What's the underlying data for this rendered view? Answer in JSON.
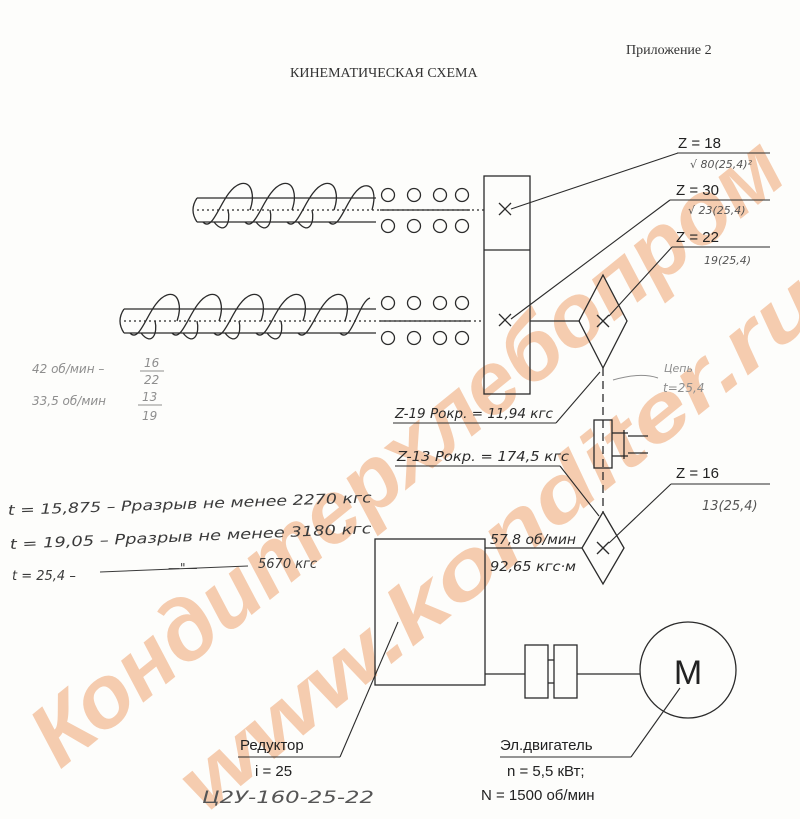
{
  "appendix": "Приложение 2",
  "title": "КИНЕМАТИЧЕСКАЯ СХЕМА",
  "sprockets": {
    "z18": "Z = 18",
    "z18_note": "√ 80(25,4)²",
    "z30": "Z = 30",
    "z30_note": "√ 23(25,4)",
    "z22": "Z = 22",
    "z22_note": "19(25,4)",
    "z16": "Z = 16",
    "z16_note": "13(25,4)"
  },
  "chain_note": {
    "line1": "Цепь",
    "line2": "t=25,4"
  },
  "speed_ratios": {
    "r1_label": "42 об/мин –",
    "r1_num": "16",
    "r1_den": "22",
    "r2_label": "33,5 об/мин",
    "r2_num": "13",
    "r2_den": "19"
  },
  "forces": {
    "z19": "Z-19 Pокр. = 11,94 кгс",
    "z13": "Z-13 Pокр. = 174,5 кгс"
  },
  "chain_breaking": {
    "line1": "t = 15,875 – Pразрыв не менее 2270 кгс",
    "line2": "t = 19,05 – Pразрыв не менее 3180 кгс",
    "line3_a": "t = 25,4 –",
    "line3_ditto": "—\"—",
    "line3_b": "5670 кгс"
  },
  "output_shaft": {
    "speed": "57,8 об/мин",
    "torque": "92,65 кгс·м"
  },
  "gearbox": {
    "name": "Редуктор",
    "ratio": "i = 25",
    "model": "Ц2У-160-25-22"
  },
  "motor": {
    "symbol": "M",
    "name": "Эл.двигатель",
    "power": "n = 5,5 кВт;",
    "speed": "N = 1500 об/мин"
  },
  "watermark": {
    "line1": "Кондитерхлебопром",
    "line2": "www.konditer.ru"
  },
  "colors": {
    "ink": "#2b2b2b",
    "pencil": "#8e8e8e",
    "watermark": "#f4c4a2"
  }
}
